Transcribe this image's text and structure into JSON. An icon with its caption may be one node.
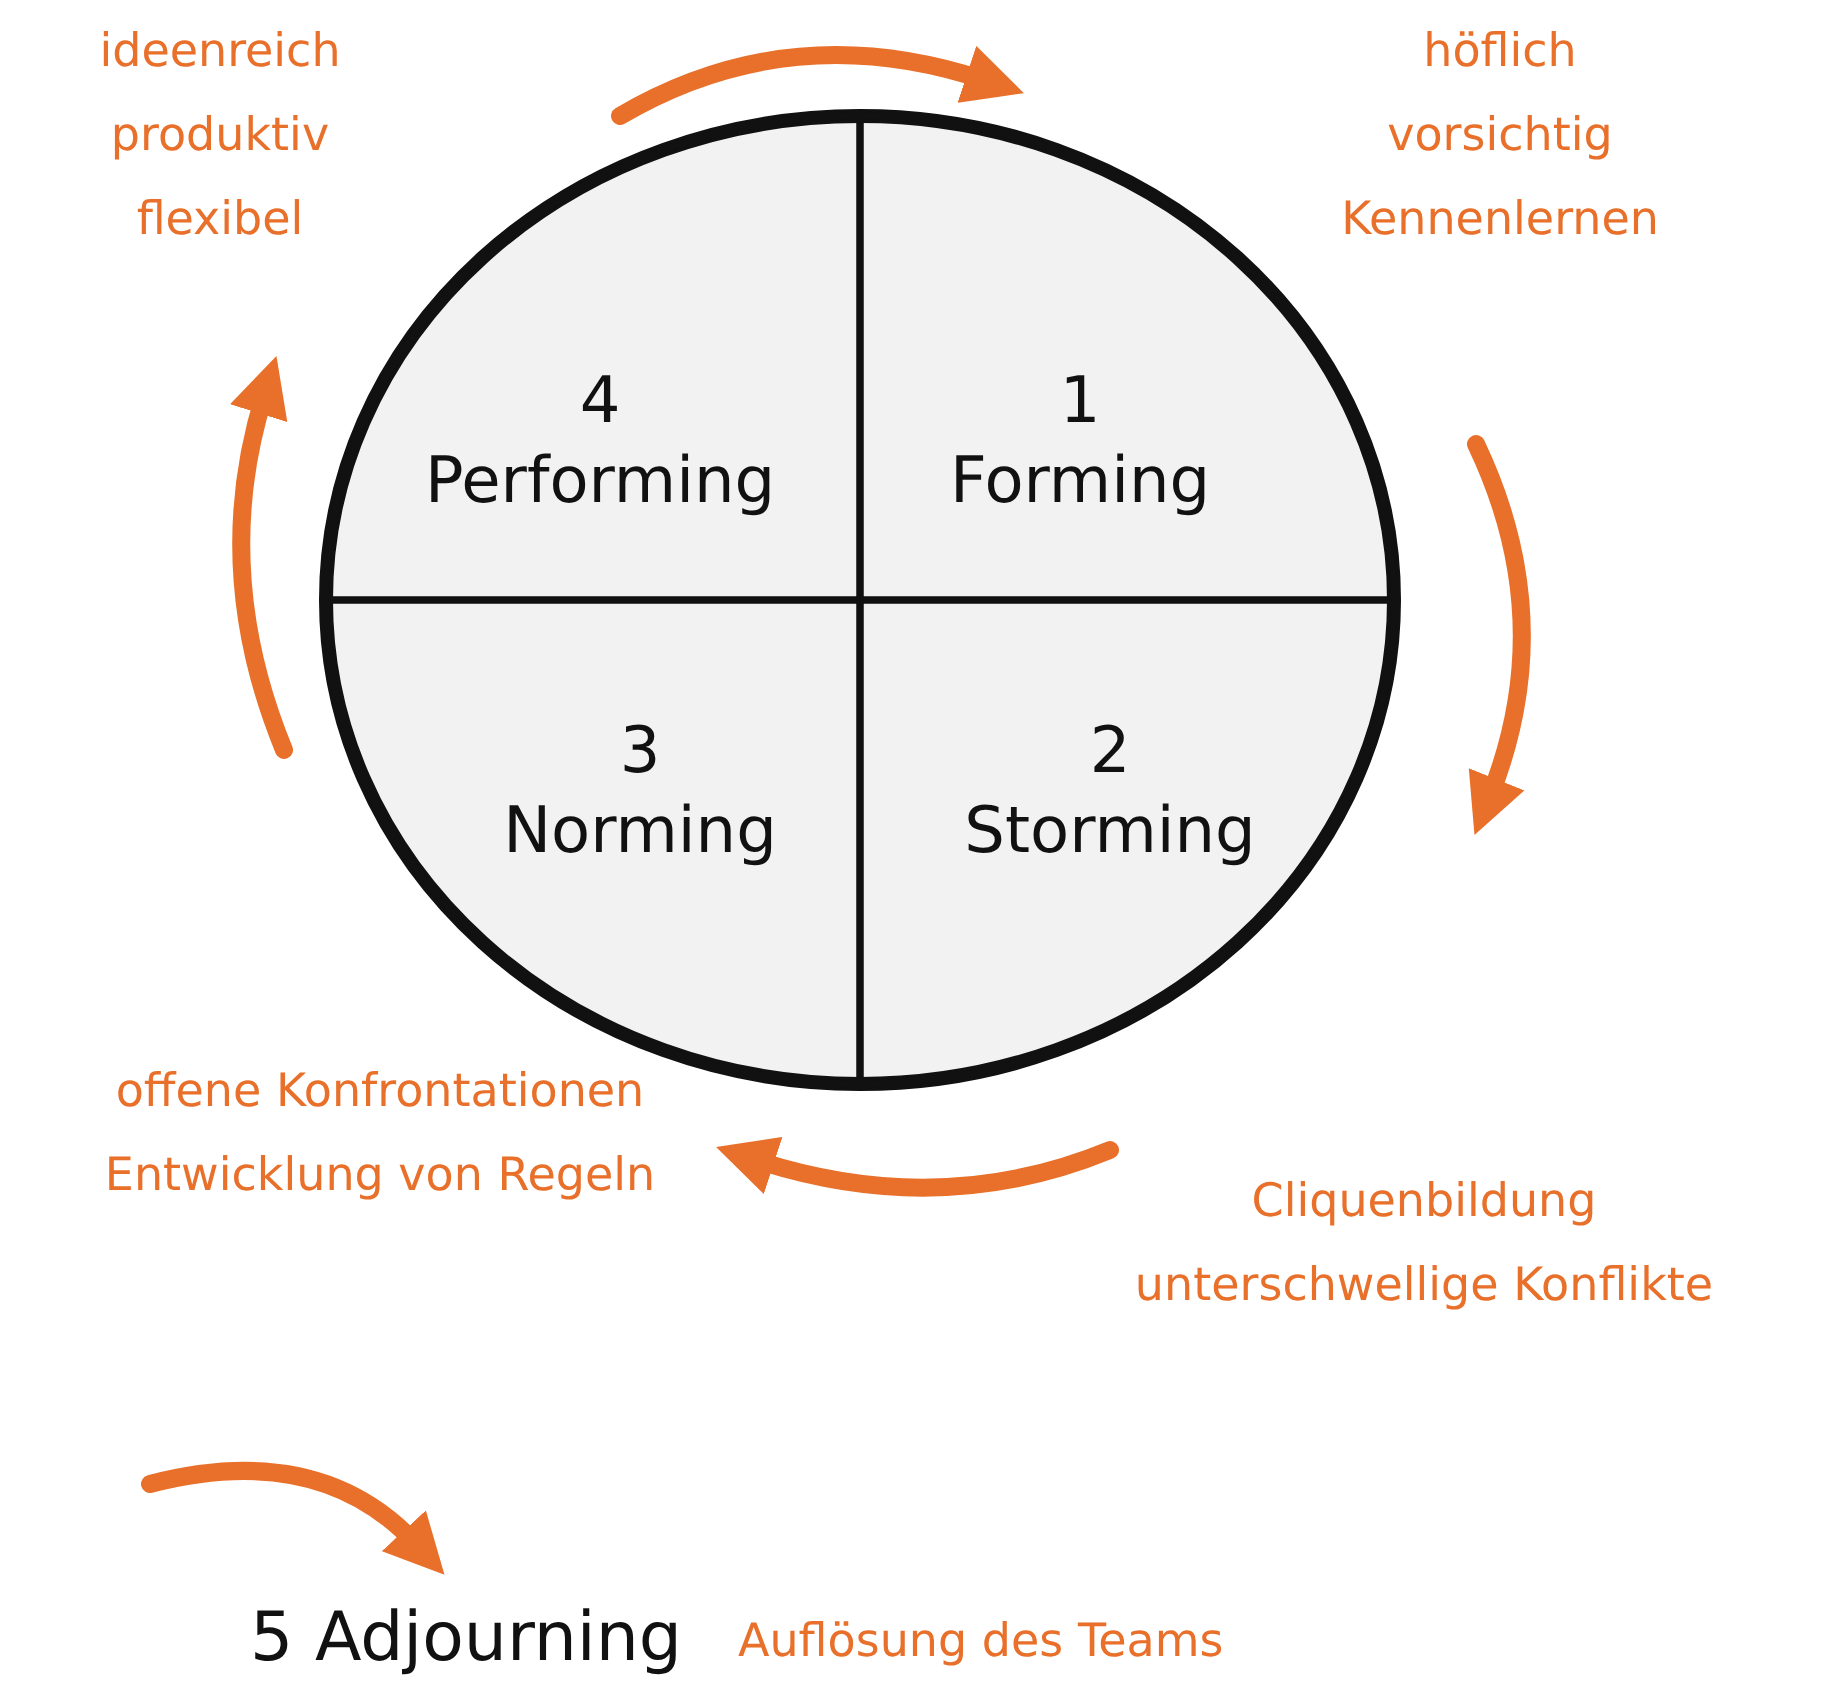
{
  "diagram": {
    "nodes": [
      {
        "text": [],
        "shape": "circle"
      },
      {
        "text": [
          "4",
          "Performing"
        ],
        "in": 0,
        "beside": [
          "ideenreich",
          "produktiv",
          "flexibel"
        ]
      },
      {
        "text": [
          "1",
          "Forming"
        ],
        "in": 0,
        "beside": [
          "höflich",
          "vorsichtig",
          "Kennenlernen"
        ]
      },
      {
        "text": [
          "3",
          "Norming"
        ],
        "in": 0,
        "beside": [
          "offene Konfrontationen",
          "Entwicklung von Regeln"
        ]
      },
      {
        "text": [
          "2",
          "Storming"
        ],
        "in": 0,
        "beside": [
          "Cliquenbildung",
          "unterschwellige Konflikte"
        ]
      },
      {
        "text": [
          "5 Adjourning"
        ],
        "beside": [
          "Auflösung des Teams"
        ]
      }
    ],
    "edges": [
      {
        "from": 1,
        "to": 2,
        "arrow": "to"
      },
      {
        "from": 2,
        "to": 4,
        "arrow": "to"
      },
      {
        "from": 4,
        "to": 3,
        "arrow": "to"
      },
      {
        "from": 3,
        "to": 1,
        "arrow": "to"
      },
      {
        "from": null,
        "to": 5,
        "arrow": "to"
      }
    ]
  }
}
